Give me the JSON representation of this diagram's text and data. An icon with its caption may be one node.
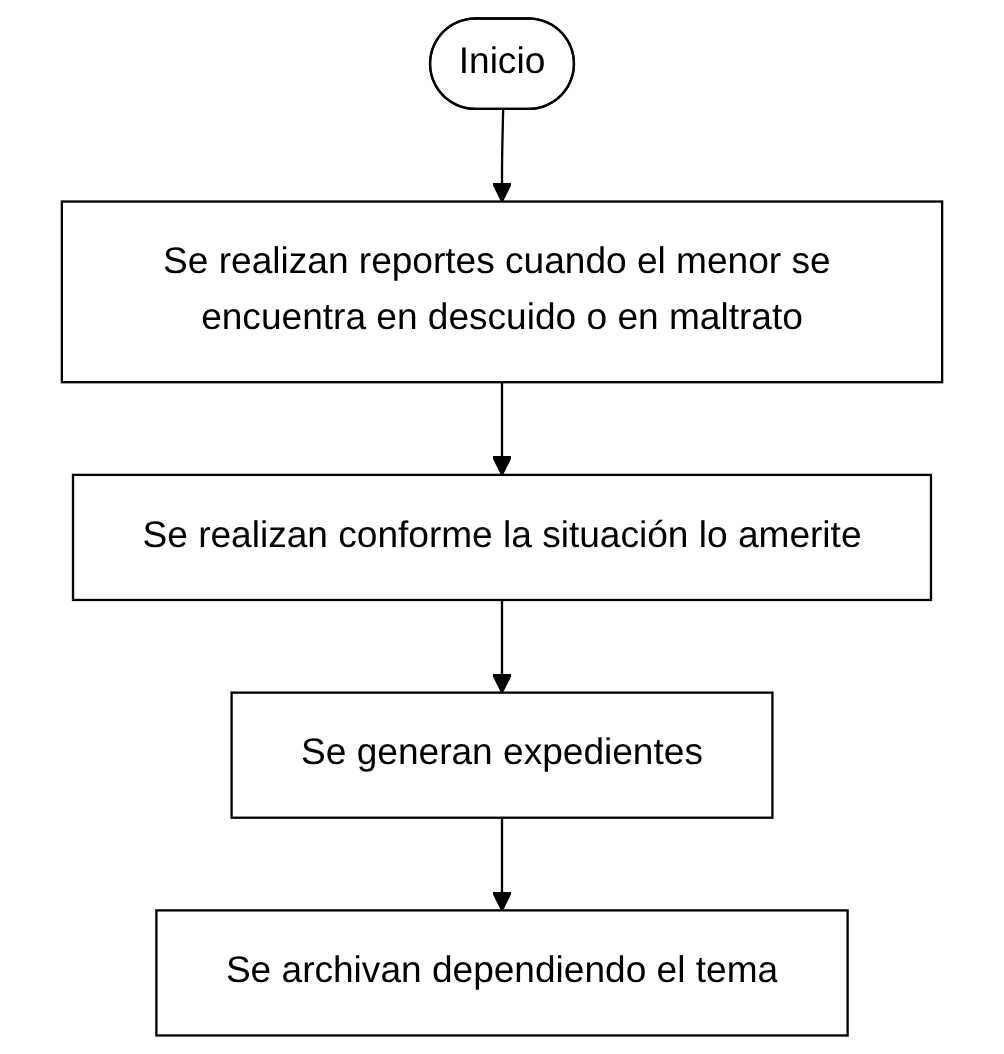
{
  "diagram": {
    "nodes": [
      {
        "text": [
          "Inicio"
        ]
      },
      {
        "text": [
          "Se realizan reportes cuando el menor se encuentra en descuido o en maltrato"
        ]
      },
      {
        "text": [
          "Se realizan conforme la situación lo amerite"
        ]
      },
      {
        "text": [
          "Se generan expedientes"
        ]
      },
      {
        "text": [
          "Se archivan dependiendo el tema"
        ]
      }
    ],
    "edges": [
      {
        "from": 0,
        "to": 1,
        "arrow": "to"
      },
      {
        "from": 1,
        "to": 2,
        "arrow": "to"
      },
      {
        "from": 2,
        "to": 3,
        "arrow": "to"
      },
      {
        "from": 3,
        "to": 4,
        "arrow": "to"
      }
    ]
  }
}
